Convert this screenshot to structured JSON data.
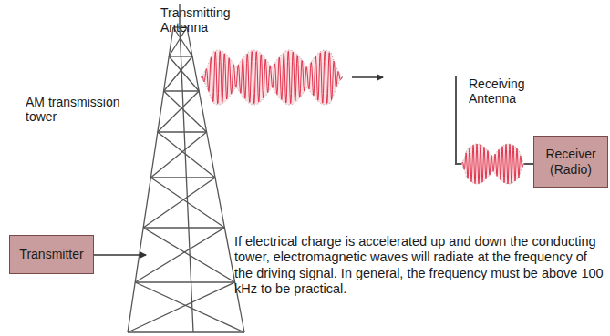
{
  "diagram": {
    "nodes": [
      {
        "text": [
          "Transmitter"
        ]
      },
      {
        "text": [
          "Receiver (Radio)"
        ]
      }
    ],
    "labels": [
      "Transmitting Antenna",
      "AM transmission tower",
      "Receiving Antenna",
      "If electrical charge is accelerated up and down the conducting tower, electromagnetic waves will radiate at the frequency of the driving signal. In general, the frequency must be above 100 kHz to be practical."
    ]
  }
}
